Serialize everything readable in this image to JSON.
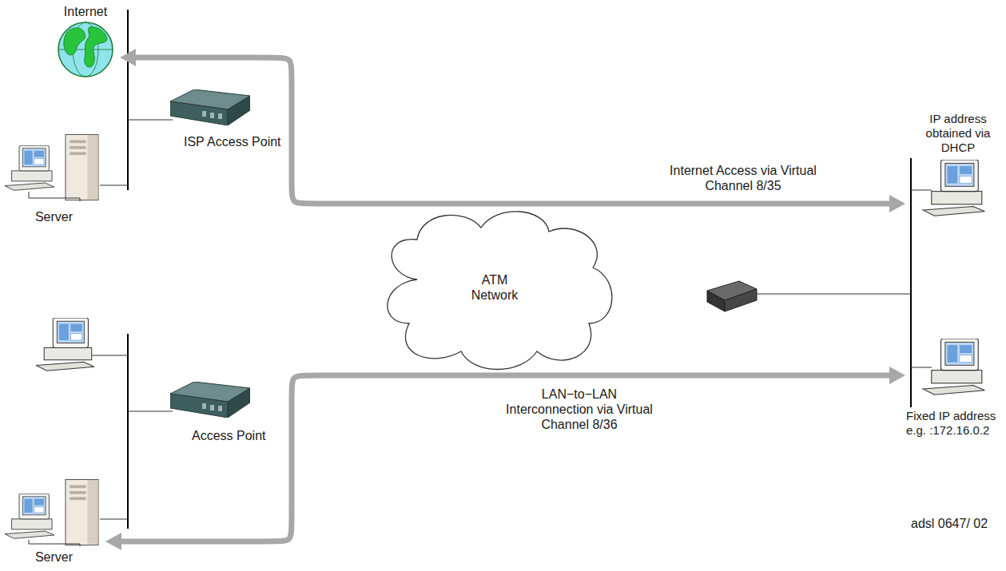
{
  "diagram": {
    "nodes": [
      {
        "text": [
          "Internet"
        ]
      },
      {
        "text": [
          "ISP Access Point"
        ]
      },
      {
        "text": [
          "Server"
        ]
      },
      {
        "text": [
          "ATM Network"
        ]
      },
      {
        "text": [
          "IP address obtained via DHCP"
        ]
      },
      {
        "text": [
          "Access Point"
        ]
      },
      {
        "text": [
          "Server"
        ]
      },
      {
        "text": [
          "Fixed IP address e.g. :172.16.0.2"
        ]
      }
    ],
    "edges": [
      {
        "from": 3,
        "to": 0,
        "arrow": "to"
      },
      {
        "from": 3,
        "to": 4,
        "arrow": "to",
        "label": "Internet Access via Virtual Channel  8/35"
      },
      {
        "from": 3,
        "to": 6,
        "arrow": "to"
      },
      {
        "from": 3,
        "to": 7,
        "arrow": "to",
        "label": "LAN−to−LAN Interconnection via Virtual Channel 8/36"
      }
    ],
    "labels": [
      "adsl 0647/ 02"
    ]
  }
}
